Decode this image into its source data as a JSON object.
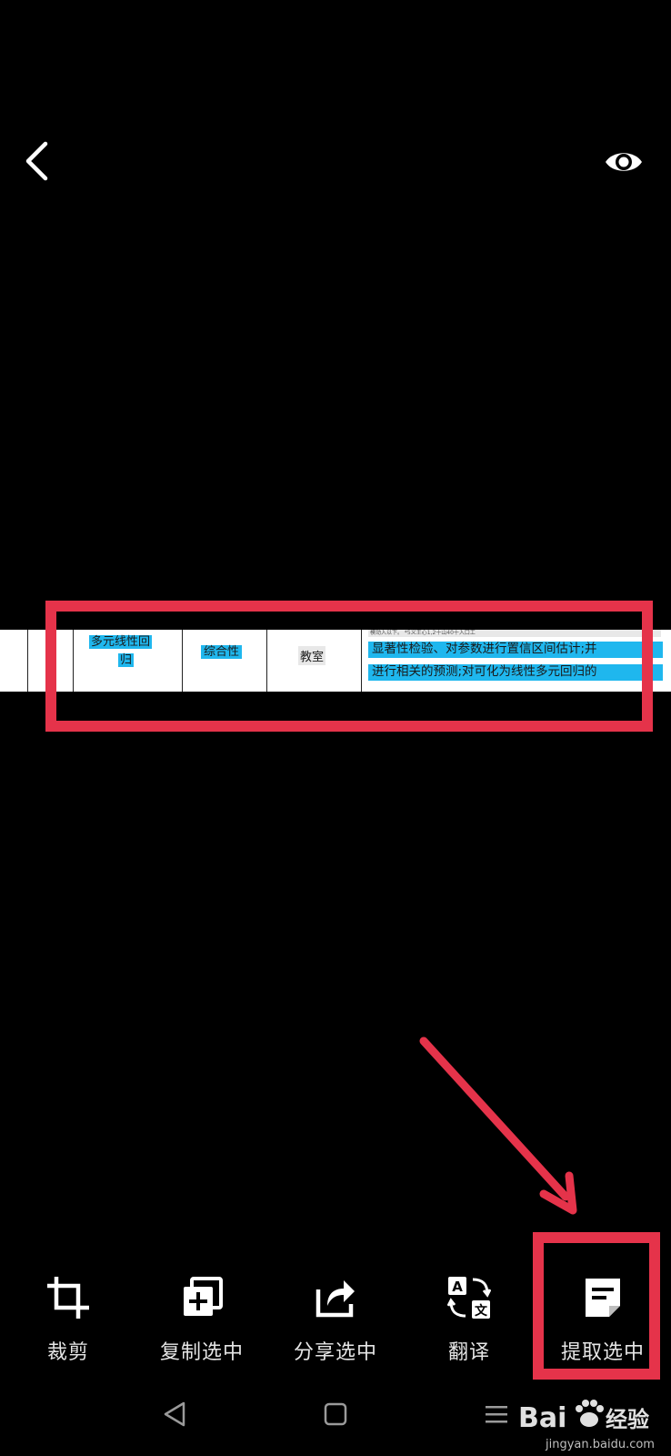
{
  "header": {
    "back_icon": "chevron-left-icon",
    "preview_icon": "eye-icon"
  },
  "document": {
    "col1_text_line1": "多元线性回",
    "col1_text_line2": "归",
    "col2_text": "综合性",
    "col3_text": "教室",
    "col4_top_fragment": "模动入以下。 *5义王心1,2十山40十入口工",
    "col4_line1": "显著性检验、对参数进行置信区间估计;并",
    "col4_line2": "进行相关的预测;对可化为线性多元回归的"
  },
  "toolbar": {
    "crop_label": "裁剪",
    "copy_selected_label": "复制选中",
    "share_selected_label": "分享选中",
    "translate_label": "翻译",
    "extract_selected_label": "提取选中"
  },
  "navbar": {
    "back_icon": "triangle-back-icon",
    "home_icon": "square-home-icon",
    "menu_icon": "menu-lines-icon"
  },
  "watermark": {
    "brand": "Bai",
    "brand_cn": "经验",
    "domain": "jingyan.baidu.com"
  },
  "colors": {
    "highlight": "#1fb7ee",
    "annotation_red": "#e5334a",
    "background": "#000000"
  }
}
